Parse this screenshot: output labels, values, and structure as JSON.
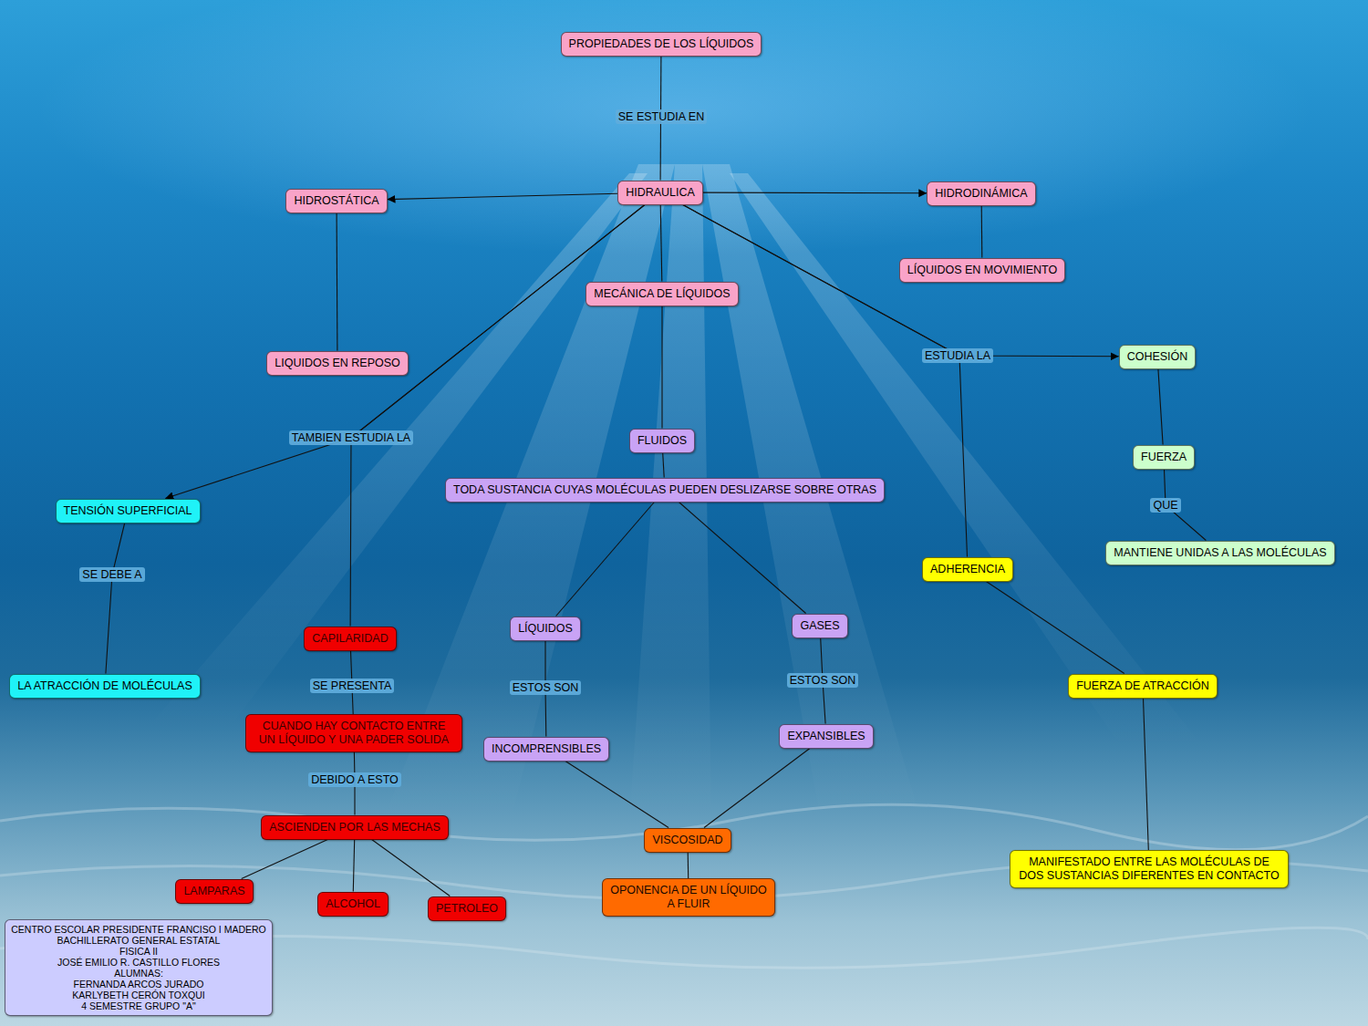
{
  "diagram": {
    "nodes": [
      {
        "text": [
          "PROPIEDADES DE LOS LÍQUIDOS"
        ]
      },
      {
        "text": [
          "HIDRAULICA"
        ]
      },
      {
        "text": [
          "HIDROSTÁTICA"
        ]
      },
      {
        "text": [
          "HIDRODINÁMICA"
        ]
      },
      {
        "text": [
          "LÍQUIDOS EN MOVIMIENTO"
        ]
      },
      {
        "text": [
          "MECÁNICA DE LÍQUIDOS"
        ]
      },
      {
        "text": [
          "LIQUIDOS EN REPOSO"
        ]
      },
      {
        "text": [
          "COHESIÓN"
        ]
      },
      {
        "text": [
          "FLUIDOS"
        ]
      },
      {
        "text": [
          "TODA SUSTANCIA CUYAS MOLÉCULAS PUEDEN DESLIZARSE SOBRE OTRAS"
        ]
      },
      {
        "text": [
          "FUERZA"
        ]
      },
      {
        "text": [
          "TENSIÓN SUPERFICIAL"
        ]
      },
      {
        "text": [
          "MANTIENE UNIDAS A LAS MOLÉCULAS"
        ]
      },
      {
        "text": [
          "ADHERENCIA"
        ]
      },
      {
        "text": [
          "LÍQUIDOS"
        ]
      },
      {
        "text": [
          "GASES"
        ]
      },
      {
        "text": [
          "CAPILARIDAD"
        ]
      },
      {
        "text": [
          "LA ATRACCIÓN DE MOLÉCULAS"
        ]
      },
      {
        "text": [
          "FUERZA DE ATRACCIÓN"
        ]
      },
      {
        "text": [
          "CUANDO HAY CONTACTO ENTRE UN LÍQUIDO Y UNA PADER SOLIDA"
        ]
      },
      {
        "text": [
          "EXPANSIBLES"
        ]
      },
      {
        "text": [
          "INCOMPRENSIBLES"
        ]
      },
      {
        "text": [
          "ASCIENDEN POR LAS MECHAS"
        ]
      },
      {
        "text": [
          "VISCOSIDAD"
        ]
      },
      {
        "text": [
          "MANIFESTADO ENTRE LAS MOLÉCULAS DE DOS SUSTANCIAS DIFERENTES EN CONTACTO"
        ]
      },
      {
        "text": [
          "LAMPARAS"
        ]
      },
      {
        "text": [
          "OPONENCIA DE UN LÍQUIDO A FLUIR"
        ]
      },
      {
        "text": [
          "ALCOHOL"
        ]
      },
      {
        "text": [
          "PETROLEO"
        ]
      },
      {
        "text": [
          "CENTRO ESCOLAR  PRESIDENTE FRANCISO I MADERO",
          "BACHILLERATO GENERAL  ESTATAL",
          "FISICA II",
          "JOSÉ EMILIO R. CASTILLO FLORES",
          "ALUMNAS:",
          "FERNANDA ARCOS JURADO",
          "KARLYBETH CERÓN TOXQUI",
          "4 SEMESTRE GRUPO \"A\""
        ]
      }
    ],
    "edges": [
      {
        "from": 0,
        "to": 1,
        "label": "SE ESTUDIA EN",
        "arrow": "none"
      },
      {
        "from": 1,
        "to": 2,
        "arrow": "to"
      },
      {
        "from": 1,
        "to": 3,
        "arrow": "to"
      },
      {
        "from": 3,
        "to": 4,
        "arrow": "none"
      },
      {
        "from": 2,
        "to": 6,
        "arrow": "none"
      },
      {
        "from": 1,
        "to": 5,
        "arrow": "none"
      },
      {
        "from": 5,
        "to": 8,
        "arrow": "none"
      },
      {
        "from": 8,
        "to": 9,
        "arrow": "none"
      },
      {
        "from": 1,
        "to": 11,
        "label": "TAMBIEN ESTUDIA LA",
        "arrow": "to"
      },
      {
        "from": 1,
        "to": 16,
        "arrow": "none"
      },
      {
        "from": 1,
        "to": 7,
        "label": "ESTUDIA LA",
        "arrow": "to"
      },
      {
        "from": 1,
        "to": 13,
        "arrow": "none"
      },
      {
        "from": 7,
        "to": 10,
        "arrow": "none"
      },
      {
        "from": 10,
        "to": 12,
        "label": "QUE",
        "arrow": "none"
      },
      {
        "from": 11,
        "to": 17,
        "label": "SE DEBE A",
        "arrow": "none"
      },
      {
        "from": 16,
        "to": 19,
        "label": "SE PRESENTA",
        "arrow": "none"
      },
      {
        "from": 19,
        "to": 22,
        "label": "DEBIDO A ESTO",
        "arrow": "none"
      },
      {
        "from": 22,
        "to": 25,
        "arrow": "none"
      },
      {
        "from": 22,
        "to": 27,
        "arrow": "none"
      },
      {
        "from": 22,
        "to": 28,
        "arrow": "none"
      },
      {
        "from": 9,
        "to": 14,
        "arrow": "none"
      },
      {
        "from": 9,
        "to": 15,
        "arrow": "none"
      },
      {
        "from": 14,
        "to": 21,
        "label": "ESTOS SON",
        "arrow": "none"
      },
      {
        "from": 15,
        "to": 20,
        "label": "ESTOS SON",
        "arrow": "none"
      },
      {
        "from": 21,
        "to": 23,
        "arrow": "none"
      },
      {
        "from": 20,
        "to": 23,
        "arrow": "none"
      },
      {
        "from": 23,
        "to": 26,
        "arrow": "none"
      },
      {
        "from": 13,
        "to": 18,
        "arrow": "none"
      },
      {
        "from": 18,
        "to": 24,
        "arrow": "none"
      }
    ]
  }
}
